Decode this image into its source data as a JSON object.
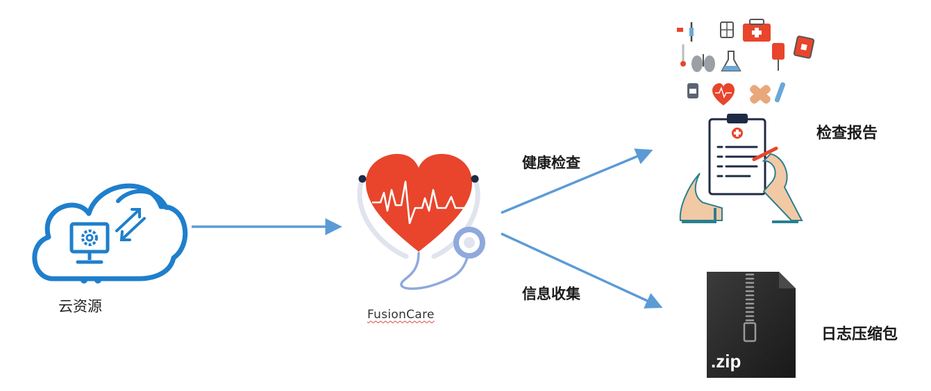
{
  "nodes": {
    "cloud": {
      "label": "云资源"
    },
    "fusioncare": {
      "label": "FusionCare"
    },
    "report": {
      "label": "检查报告"
    },
    "log": {
      "label": "日志压缩包",
      "zip_text": ".zip"
    }
  },
  "edges": {
    "cloud_to_fusion": {
      "label": ""
    },
    "health_check": {
      "label": "健康检查"
    },
    "info_collect": {
      "label": "信息收集"
    }
  },
  "colors": {
    "arrow": "#5b9bd5",
    "cloud": "#1f7fcc",
    "heart": "#e8452c",
    "stethoscope": "#8fa9dd",
    "dark": "#222222"
  }
}
